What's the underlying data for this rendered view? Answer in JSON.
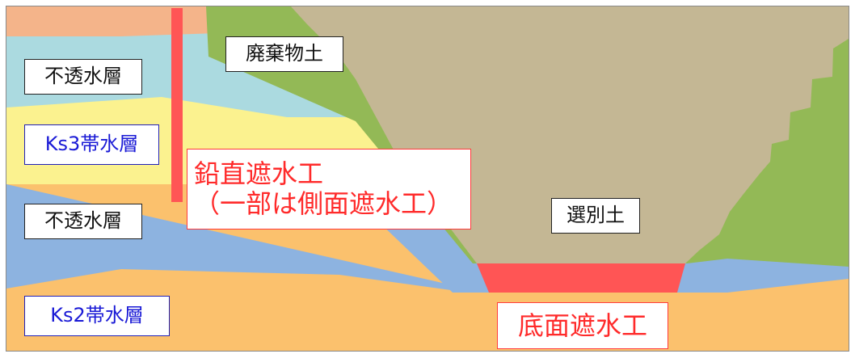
{
  "layers": {
    "impermeable_upper": "不透水層",
    "ks3_aquifer": "Ks3帯水層",
    "impermeable_lower": "不透水層",
    "ks2_aquifer": "Ks2帯水層"
  },
  "materials": {
    "waste_soil": "廃棄物土",
    "sorted_soil": "選別土"
  },
  "barriers": {
    "vertical_line1": "鉛直遮水工",
    "vertical_line2": "（一部は側面遮水工）",
    "bottom": "底面遮水工"
  },
  "colors": {
    "surface_orange": "#f4b48a",
    "impermeable_light_blue": "#abdae0",
    "ks3_yellow": "#fbf28f",
    "impermeable_blue": "#8db3e0",
    "ks2_orange": "#fbc16d",
    "waste_green": "#93b956",
    "sorted_soil_tan": "#c4b794",
    "barrier_red": "#ff5555"
  }
}
